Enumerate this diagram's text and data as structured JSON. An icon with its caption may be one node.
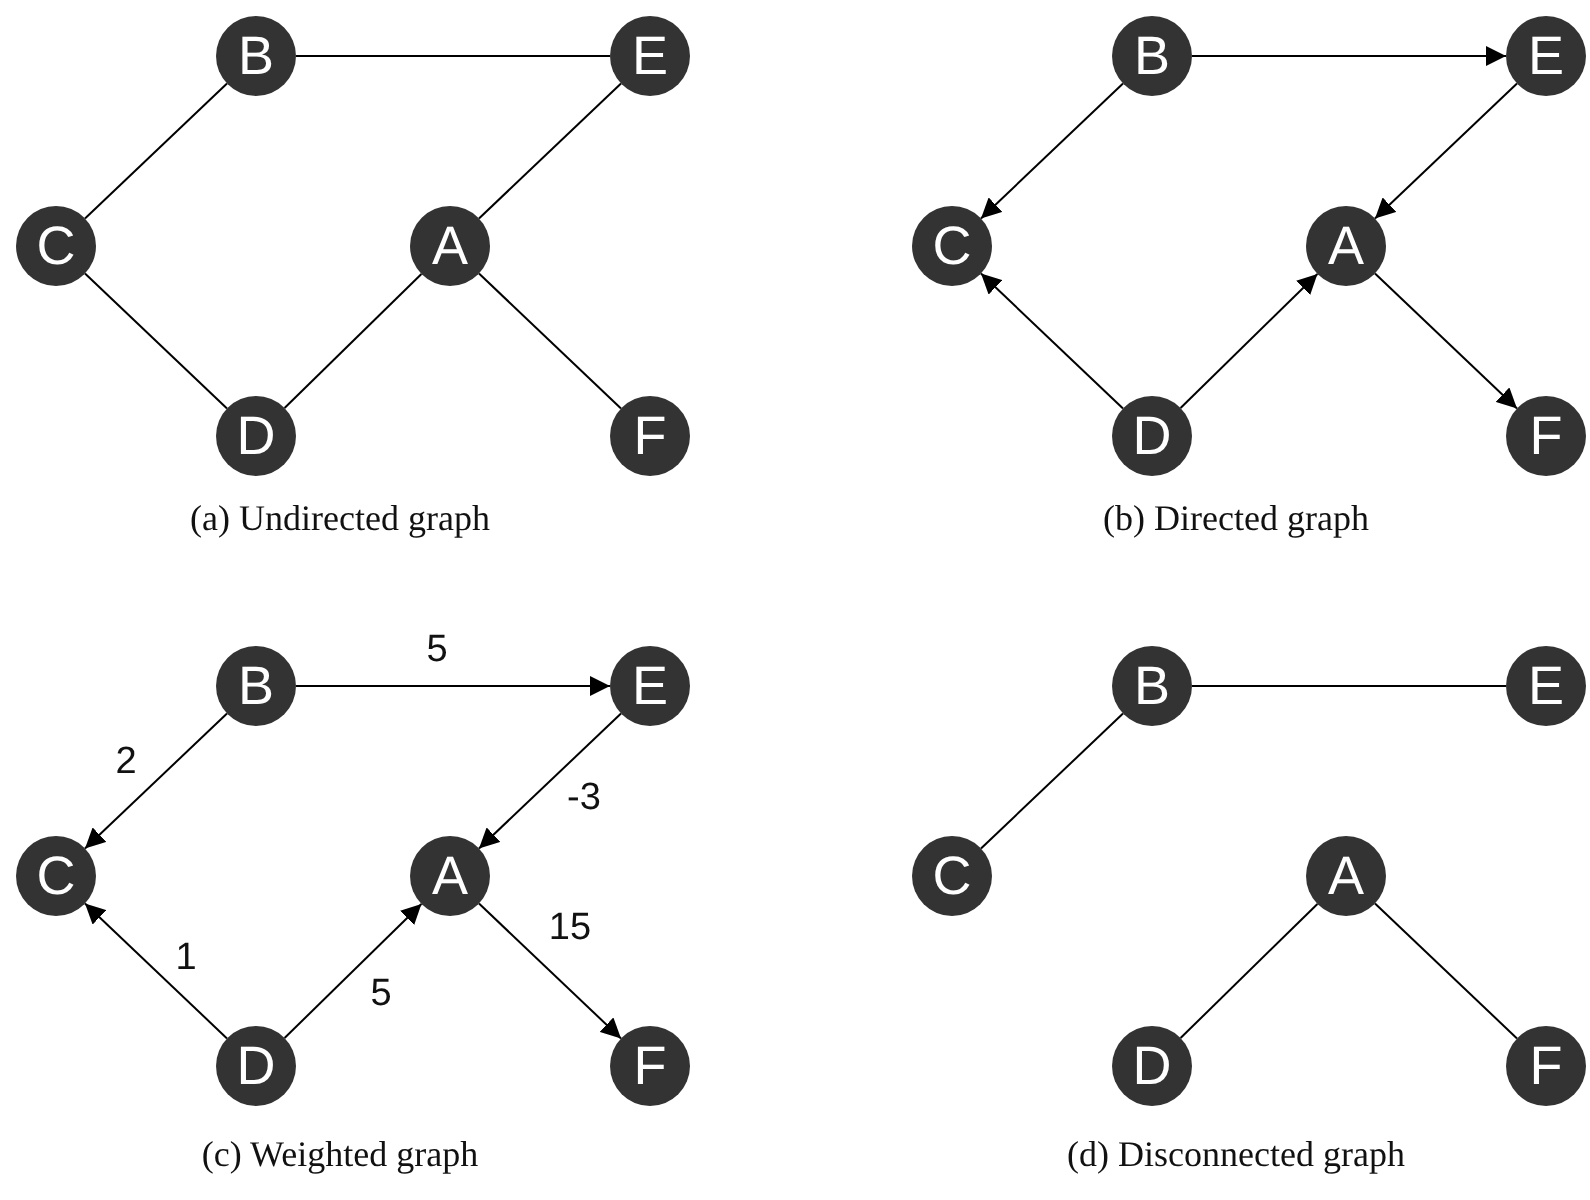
{
  "diagram": {
    "nodes": [
      {
        "text": [
          "B"
        ]
      },
      {
        "text": [
          "E"
        ]
      },
      {
        "text": [
          "C"
        ]
      },
      {
        "text": [
          "A"
        ]
      },
      {
        "text": [
          "D"
        ]
      },
      {
        "text": [
          "F"
        ]
      },
      {
        "text": [
          "B"
        ]
      },
      {
        "text": [
          "E"
        ]
      },
      {
        "text": [
          "C"
        ]
      },
      {
        "text": [
          "A"
        ]
      },
      {
        "text": [
          "D"
        ]
      },
      {
        "text": [
          "F"
        ]
      },
      {
        "text": [
          "B"
        ]
      },
      {
        "text": [
          "E"
        ]
      },
      {
        "text": [
          "C"
        ]
      },
      {
        "text": [
          "A"
        ]
      },
      {
        "text": [
          "D"
        ]
      },
      {
        "text": [
          "F"
        ]
      },
      {
        "text": [
          "B"
        ]
      },
      {
        "text": [
          "E"
        ]
      },
      {
        "text": [
          "C"
        ]
      },
      {
        "text": [
          "A"
        ]
      },
      {
        "text": [
          "D"
        ]
      },
      {
        "text": [
          "F"
        ]
      }
    ],
    "edges": [
      {
        "from": 0,
        "to": 1,
        "arrow": "none"
      },
      {
        "from": 0,
        "to": 2,
        "arrow": "none"
      },
      {
        "from": 1,
        "to": 3,
        "arrow": "none"
      },
      {
        "from": 2,
        "to": 4,
        "arrow": "none"
      },
      {
        "from": 4,
        "to": 3,
        "arrow": "none"
      },
      {
        "from": 3,
        "to": 5,
        "arrow": "none"
      },
      {
        "from": 6,
        "to": 7,
        "arrow": "to"
      },
      {
        "from": 6,
        "to": 8,
        "arrow": "to"
      },
      {
        "from": 7,
        "to": 9,
        "arrow": "to"
      },
      {
        "from": 10,
        "to": 8,
        "arrow": "to"
      },
      {
        "from": 10,
        "to": 9,
        "arrow": "to"
      },
      {
        "from": 9,
        "to": 11,
        "arrow": "to"
      },
      {
        "from": 12,
        "to": 13,
        "arrow": "to",
        "label": "5"
      },
      {
        "from": 12,
        "to": 14,
        "arrow": "to",
        "label": "2"
      },
      {
        "from": 13,
        "to": 15,
        "arrow": "to",
        "label": "-3"
      },
      {
        "from": 16,
        "to": 14,
        "arrow": "to",
        "label": "1"
      },
      {
        "from": 16,
        "to": 15,
        "arrow": "to",
        "label": "5"
      },
      {
        "from": 15,
        "to": 17,
        "arrow": "to",
        "label": "15"
      },
      {
        "from": 18,
        "to": 19,
        "arrow": "none"
      },
      {
        "from": 18,
        "to": 20,
        "arrow": "none"
      },
      {
        "from": 21,
        "to": 22,
        "arrow": "none"
      },
      {
        "from": 21,
        "to": 23,
        "arrow": "none"
      }
    ],
    "labels": [
      "(a) Undirected graph",
      "(b) Directed graph",
      "(c) Weighted graph",
      "(d) Disconnected graph"
    ]
  }
}
